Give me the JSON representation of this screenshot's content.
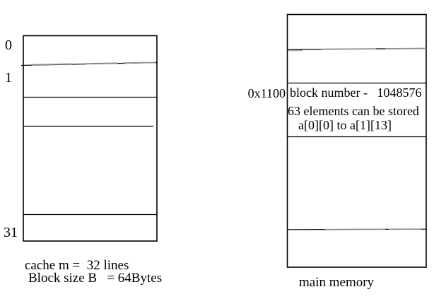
{
  "colors": {
    "line": "#000000",
    "overlay_gray": "#909090",
    "background": "#ffffff",
    "text": "#000000"
  },
  "cache": {
    "row_labels": [
      "0",
      "1",
      "31"
    ],
    "caption_line1": "cache m =  32 lines",
    "caption_line2": "Block size B   = 64Bytes"
  },
  "memory": {
    "address_label": "0x1100",
    "block_info_line1": "block number -   1048576",
    "block_info_line2": "63 elements can be stored",
    "block_info_line3": "a[0][0] to a[1][13]",
    "caption": "main memory"
  }
}
